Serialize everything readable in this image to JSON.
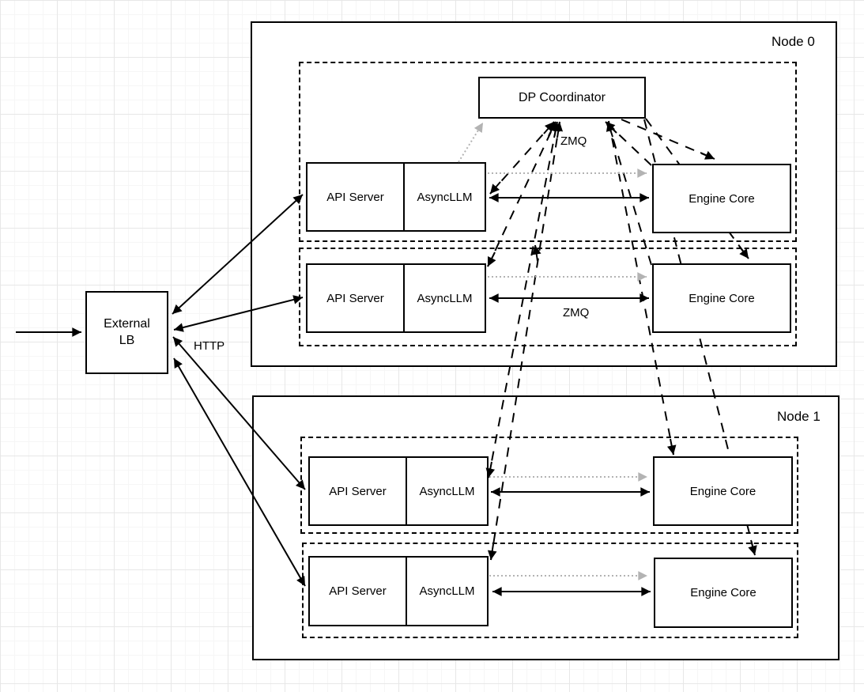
{
  "diagram": {
    "title": "",
    "external_lb": {
      "label": "External LB"
    },
    "http_label": "HTTP",
    "nodes": [
      {
        "label": "Node 0",
        "dp_coordinator_label": "DP Coordinator",
        "zmq_label_coordinator": "ZMQ",
        "zmq_label_engine": "ZMQ",
        "pairs": [
          {
            "api_server": "API Server",
            "async_llm": "AsyncLLM",
            "engine_core": "Engine Core"
          },
          {
            "api_server": "API Server",
            "async_llm": "AsyncLLM",
            "engine_core": "Engine Core"
          }
        ]
      },
      {
        "label": "Node 1",
        "pairs": [
          {
            "api_server": "API Server",
            "async_llm": "AsyncLLM",
            "engine_core": "Engine Core"
          },
          {
            "api_server": "API Server",
            "async_llm": "AsyncLLM",
            "engine_core": "Engine Core"
          }
        ]
      }
    ],
    "colors": {
      "line": "#000000",
      "muted_arrow": "#b3b3b3",
      "background": "#ffffff",
      "grid_minor": "#f6f6f6",
      "grid_major": "#e7e7e7"
    },
    "edges": [
      {
        "from": "client",
        "to": "external-lb",
        "style": "solid-arrow"
      },
      {
        "from": "external-lb",
        "to": "node0-api-server-0",
        "style": "solid-double-arrow",
        "protocol": "HTTP"
      },
      {
        "from": "external-lb",
        "to": "node0-api-server-1",
        "style": "solid-double-arrow",
        "protocol": "HTTP"
      },
      {
        "from": "external-lb",
        "to": "node1-api-server-0",
        "style": "solid-double-arrow",
        "protocol": "HTTP"
      },
      {
        "from": "external-lb",
        "to": "node1-api-server-1",
        "style": "solid-double-arrow",
        "protocol": "HTTP"
      },
      {
        "from": "node0-asyncllm-0",
        "to": "node0-engine-core-0",
        "style": "solid-double-arrow",
        "protocol": "ZMQ"
      },
      {
        "from": "node0-asyncllm-1",
        "to": "node0-engine-core-1",
        "style": "solid-double-arrow",
        "protocol": "ZMQ"
      },
      {
        "from": "node1-asyncllm-0",
        "to": "node1-engine-core-0",
        "style": "solid-double-arrow",
        "protocol": "ZMQ"
      },
      {
        "from": "node1-asyncllm-1",
        "to": "node1-engine-core-1",
        "style": "solid-double-arrow",
        "protocol": "ZMQ"
      },
      {
        "from": "node0-asyncllm-0",
        "to": "node0-engine-core-0",
        "style": "dotted-gray-arrow"
      },
      {
        "from": "node0-asyncllm-1",
        "to": "node0-engine-core-1",
        "style": "dotted-gray-arrow"
      },
      {
        "from": "node1-asyncllm-0",
        "to": "node1-engine-core-0",
        "style": "dotted-gray-arrow"
      },
      {
        "from": "node1-asyncllm-1",
        "to": "node1-engine-core-1",
        "style": "dotted-gray-arrow"
      },
      {
        "from": "node0-asyncllm-0",
        "to": "dp-coordinator",
        "style": "dotted-gray-arrow"
      },
      {
        "from": "dp-coordinator",
        "to": "node0-asyncllm-0",
        "style": "dashed-double-arrow"
      },
      {
        "from": "dp-coordinator",
        "to": "node0-asyncllm-1",
        "style": "dashed-double-arrow"
      },
      {
        "from": "dp-coordinator",
        "to": "node1-asyncllm-0",
        "style": "dashed-double-arrow"
      },
      {
        "from": "dp-coordinator",
        "to": "node1-asyncllm-1",
        "style": "dashed-double-arrow"
      },
      {
        "from": "node0-engine-core-0",
        "to": "dp-coordinator",
        "style": "dashed-arrow"
      },
      {
        "from": "node0-engine-core-1",
        "to": "dp-coordinator",
        "style": "dashed-arrow"
      },
      {
        "from": "dp-coordinator",
        "to": "node0-engine-core-0",
        "style": "dashed-arrow"
      },
      {
        "from": "dp-coordinator",
        "to": "node0-engine-core-1",
        "style": "dashed-arrow"
      },
      {
        "from": "dp-coordinator",
        "to": "node1-engine-core-0",
        "style": "dashed-arrow"
      },
      {
        "from": "dp-coordinator",
        "to": "node1-engine-core-1",
        "style": "dashed-arrow"
      }
    ]
  }
}
